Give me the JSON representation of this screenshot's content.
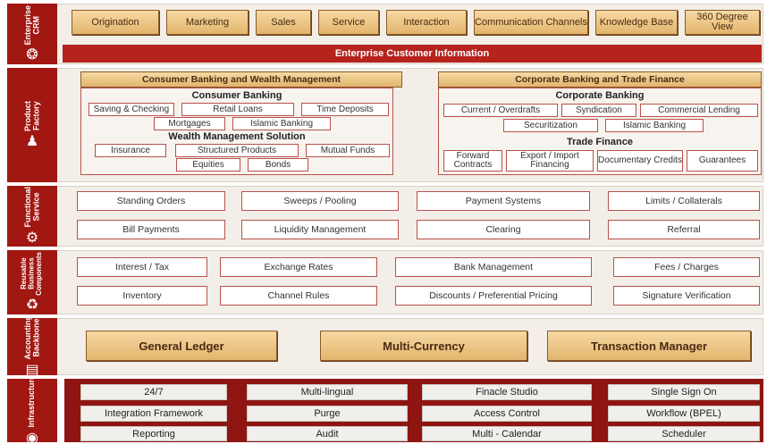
{
  "crm": {
    "side_label": "Enterprise\nCRM",
    "icon": "compass-icon",
    "modules": [
      "Origination",
      "Marketing",
      "Sales",
      "Service",
      "Interaction",
      "Communication Channels",
      "Knowledge Base",
      "360 Degree View"
    ],
    "bar": "Enterprise Customer Information"
  },
  "product_factory": {
    "side_label": "Product\nFactory",
    "icon": "people-icon",
    "consumer": {
      "header": "Consumer Banking and Wealth Management",
      "banking_title": "Consumer Banking",
      "banking_items": [
        "Saving & Checking",
        "Retail Loans",
        "Time Deposits",
        "Mortgages",
        "Islamic Banking"
      ],
      "wealth_title": "Wealth Management Solution",
      "wealth_items": [
        "Insurance",
        "Structured Products",
        "Mutual Funds",
        "Equities",
        "Bonds"
      ]
    },
    "corporate": {
      "header": "Corporate Banking and Trade Finance",
      "banking_title": "Corporate Banking",
      "banking_items": [
        "Current / Overdrafts",
        "Syndication",
        "Commercial Lending",
        "Securitization",
        "Islamic Banking"
      ],
      "trade_title": "Trade Finance",
      "trade_items": [
        "Forward Contracts",
        "Export / Import Financing",
        "Documentary Credits",
        "Guarantees"
      ]
    }
  },
  "functional": {
    "side_label": "Functional\nService",
    "icon": "gears-icon",
    "items": [
      "Standing Orders",
      "Sweeps / Pooling",
      "Payment Systems",
      "Limits / Collaterals",
      "Bill Payments",
      "Liquidity Management",
      "Clearing",
      "Referral"
    ]
  },
  "reusable": {
    "side_label": "Reusable\nBusiness\nComponents",
    "icon": "recycle-icon",
    "items": [
      "Interest / Tax",
      "Exchange Rates",
      "Bank Management",
      "Fees / Charges",
      "Inventory",
      "Channel Rules",
      "Discounts / Preferential Pricing",
      "Signature Verification"
    ]
  },
  "accounting": {
    "side_label": "Accounting\nBackbone",
    "icon": "ledger-icon",
    "items": [
      "General Ledger",
      "Multi-Currency",
      "Transaction Manager"
    ]
  },
  "infrastructure": {
    "side_label": "Infrastructure",
    "icon": "globe-icon",
    "items": [
      "24/7",
      "Multi-lingual",
      "Finacle Studio",
      "Single Sign On",
      "Integration Framework",
      "Purge",
      "Access Control",
      "Workflow (BPEL)",
      "Reporting",
      "Audit",
      "Multi - Calendar",
      "Scheduler"
    ]
  }
}
